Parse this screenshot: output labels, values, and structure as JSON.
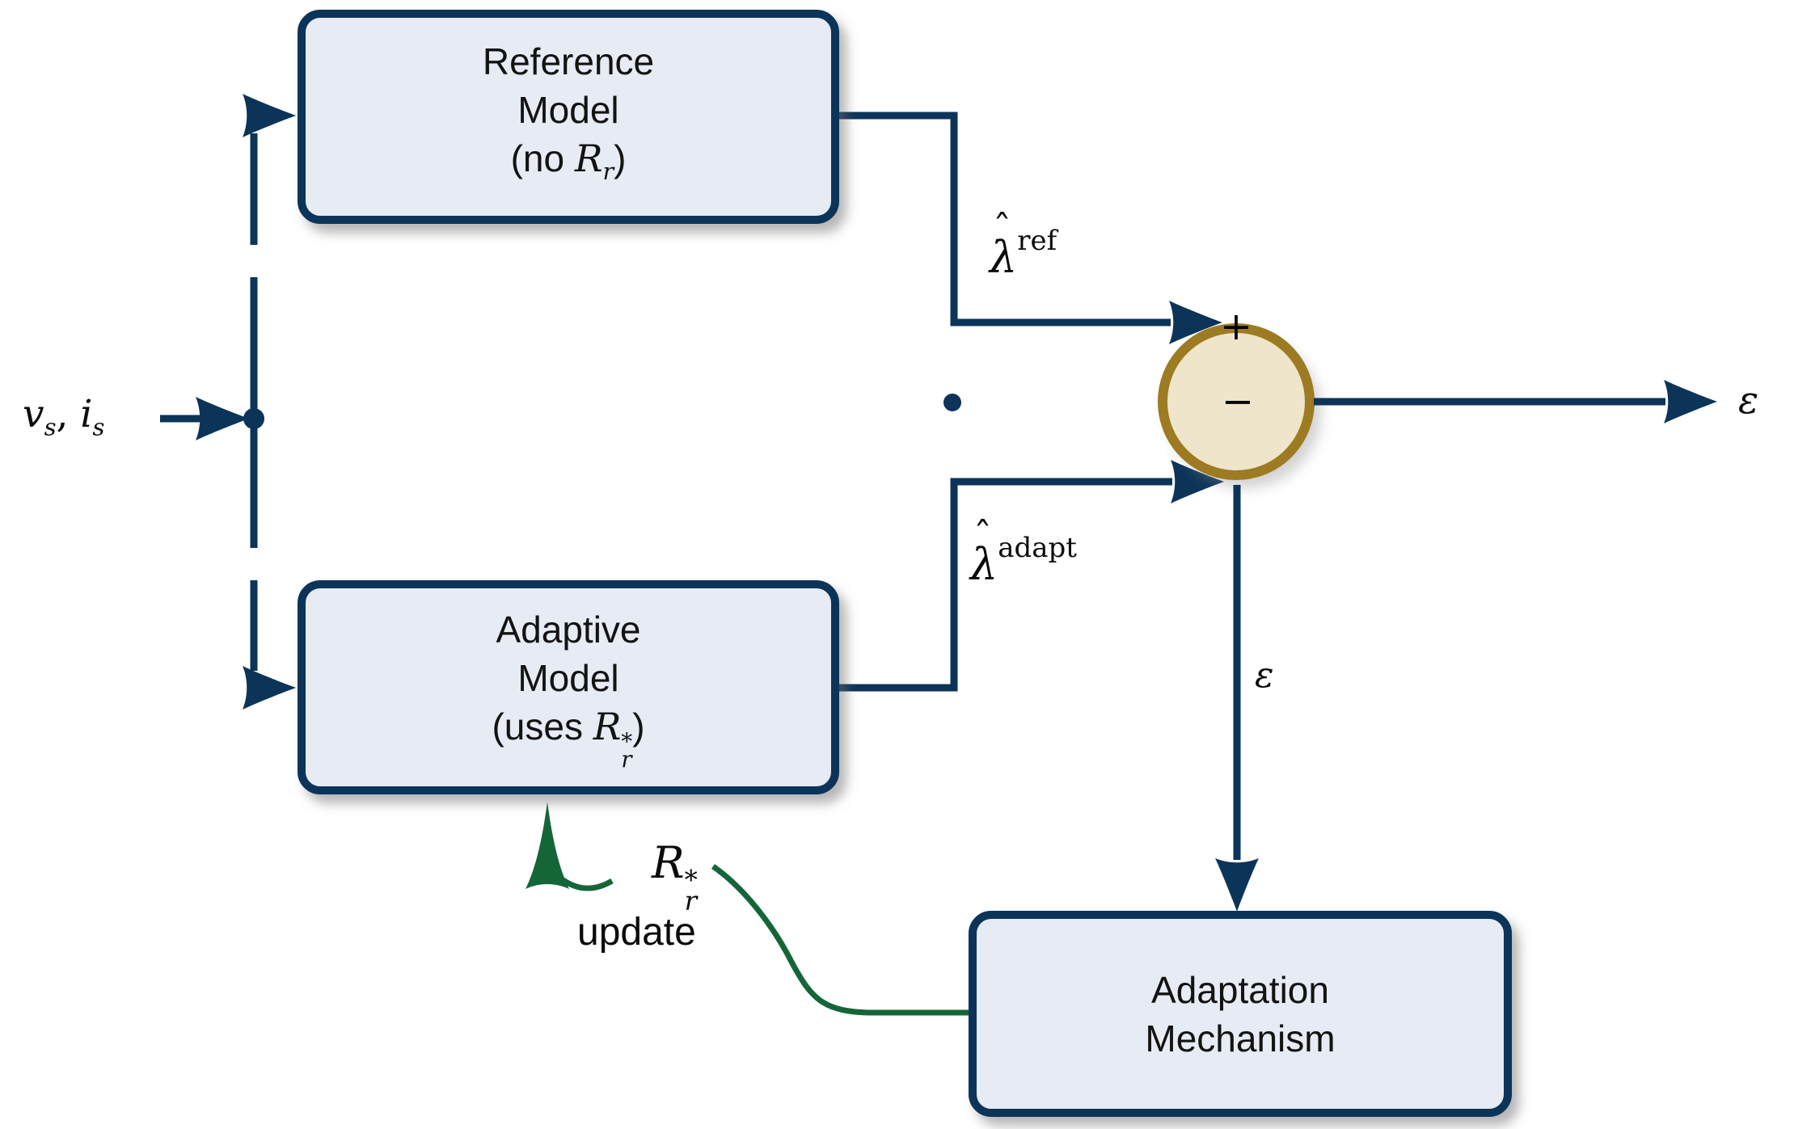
{
  "diagram_title": "MRAS rotor-resistance estimation block diagram",
  "colors": {
    "navy": "#0c3459",
    "green": "#146638",
    "box_fill": "#e6ebf4",
    "box_border": "#0c3459",
    "sum_circle_fill": "#efe5ca",
    "sum_circle_border": "#9d7b22",
    "text": "#0b0b0b"
  },
  "boxes": {
    "reference": {
      "line1": "Reference",
      "line2": "Model",
      "l3_open": "(no ",
      "l3_sym": "R",
      "l3_sub": "r",
      "l3_close": ")"
    },
    "adaptive": {
      "line1": "Adaptive",
      "line2": "Model",
      "l3_open": "(uses ",
      "l3_sym": "R",
      "l3_sup": "*",
      "l3_sub": "r",
      "l3_close": ")"
    },
    "adaptation": {
      "line1": "Adaptation",
      "line2": "Mechanism"
    }
  },
  "input": {
    "v": "v",
    "v_sub": "s",
    "sep": ", ",
    "i": "i",
    "i_sub": "s"
  },
  "signals": {
    "lambda_ref": {
      "hat": "ˆ",
      "sym": "λ",
      "sup": "ref"
    },
    "lambda_adapt": {
      "hat": "ˆ",
      "sym": "λ",
      "sup": "adapt"
    },
    "epsilon_mid": "ε",
    "epsilon_out": "ε"
  },
  "sum_junction": {
    "plus": "+",
    "minus": "−"
  },
  "update": {
    "sym": "R",
    "sup": "*",
    "sub": "r",
    "label": "update"
  }
}
